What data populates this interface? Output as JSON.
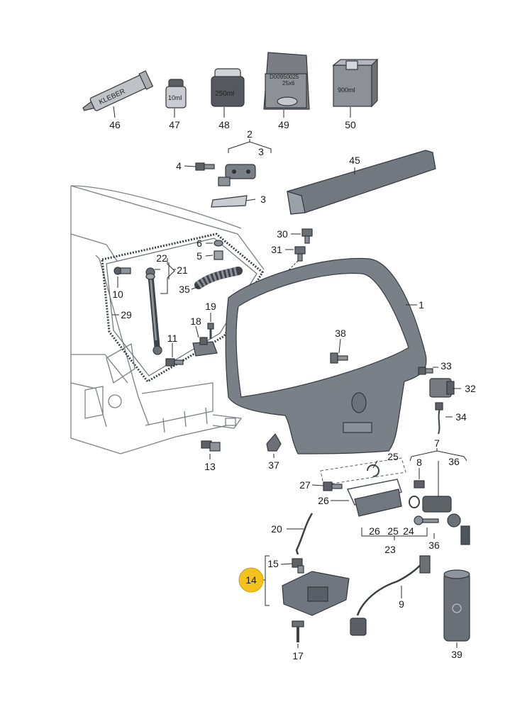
{
  "callouts": [
    {
      "id": "46",
      "label": "46"
    },
    {
      "id": "47",
      "label": "47"
    },
    {
      "id": "48",
      "label": "48"
    },
    {
      "id": "49",
      "label": "49"
    },
    {
      "id": "50",
      "label": "50"
    },
    {
      "id": "2",
      "label": "2"
    },
    {
      "id": "3a",
      "label": "3"
    },
    {
      "id": "3b",
      "label": "3"
    },
    {
      "id": "4",
      "label": "4"
    },
    {
      "id": "45",
      "label": "45"
    },
    {
      "id": "30",
      "label": "30"
    },
    {
      "id": "31",
      "label": "31"
    },
    {
      "id": "6",
      "label": "6"
    },
    {
      "id": "5",
      "label": "5"
    },
    {
      "id": "22",
      "label": "22"
    },
    {
      "id": "21",
      "label": "21"
    },
    {
      "id": "10",
      "label": "10"
    },
    {
      "id": "35",
      "label": "35"
    },
    {
      "id": "29",
      "label": "29"
    },
    {
      "id": "19",
      "label": "19"
    },
    {
      "id": "18",
      "label": "18"
    },
    {
      "id": "11",
      "label": "11"
    },
    {
      "id": "1",
      "label": "1"
    },
    {
      "id": "38",
      "label": "38"
    },
    {
      "id": "33",
      "label": "33"
    },
    {
      "id": "32",
      "label": "32"
    },
    {
      "id": "34",
      "label": "34"
    },
    {
      "id": "13",
      "label": "13"
    },
    {
      "id": "37",
      "label": "37"
    },
    {
      "id": "25a",
      "label": "25"
    },
    {
      "id": "7",
      "label": "7"
    },
    {
      "id": "8",
      "label": "8"
    },
    {
      "id": "36a",
      "label": "36"
    },
    {
      "id": "27",
      "label": "27"
    },
    {
      "id": "26a",
      "label": "26"
    },
    {
      "id": "20",
      "label": "20"
    },
    {
      "id": "26b",
      "label": "26"
    },
    {
      "id": "25b",
      "label": "25"
    },
    {
      "id": "24",
      "label": "24"
    },
    {
      "id": "23",
      "label": "23"
    },
    {
      "id": "36b",
      "label": "36"
    },
    {
      "id": "15",
      "label": "15"
    },
    {
      "id": "14",
      "label": "14"
    },
    {
      "id": "9",
      "label": "9"
    },
    {
      "id": "39",
      "label": "39"
    },
    {
      "id": "17",
      "label": "17"
    }
  ],
  "product_labels": {
    "tube": "KLEBER",
    "bottle_small": "10ml",
    "can": "250ml",
    "bag_line1": "D00950025",
    "bag_line2": "25x6",
    "box": "900ml"
  },
  "highlight": {
    "callout": "14",
    "color": "#f5c21b"
  }
}
